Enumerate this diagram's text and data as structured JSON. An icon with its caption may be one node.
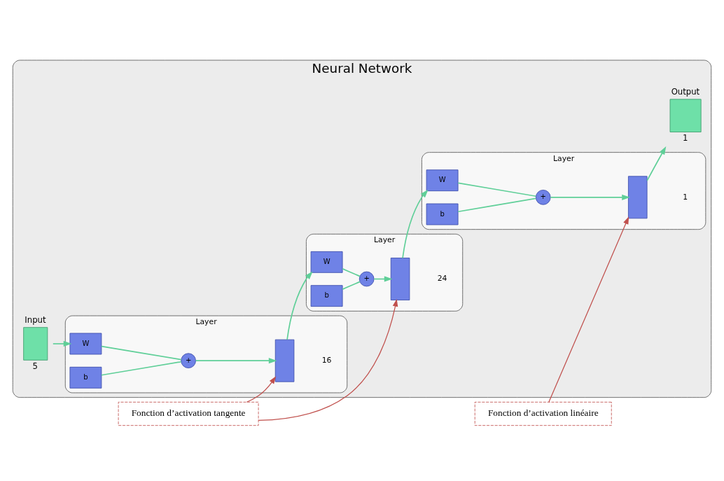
{
  "diagram": {
    "nodes": [
      {
        "text": [
          "Fonction d’activation tangente"
        ]
      },
      {
        "text": [
          "Neural Network"
        ]
      },
      {
        "text": [
          "Input"
        ],
        "beside": [
          "5"
        ],
        "in": 1
      },
      {
        "text": [
          "Layer"
        ],
        "beside": [
          "16"
        ],
        "in": 1
      },
      {
        "text": [
          "W"
        ],
        "in": 3
      },
      {
        "text": [
          "b"
        ],
        "in": 3
      },
      {
        "text": [
          "+"
        ],
        "in": 3
      },
      {
        "text": [],
        "shape": "box",
        "in": 3
      },
      {
        "text": [
          "Layer"
        ],
        "beside": [
          "24"
        ],
        "in": 1
      },
      {
        "text": [
          "W"
        ],
        "in": 8
      },
      {
        "text": [
          "b"
        ],
        "in": 8
      },
      {
        "text": [
          "+"
        ],
        "in": 8
      },
      {
        "text": [],
        "shape": "box",
        "in": 8
      },
      {
        "text": [
          "Layer"
        ],
        "beside": [
          "1"
        ],
        "in": 1
      },
      {
        "text": [
          "W"
        ],
        "in": 13
      },
      {
        "text": [
          "b"
        ],
        "in": 13
      },
      {
        "text": [
          "+"
        ],
        "in": 13
      },
      {
        "text": [],
        "shape": "box",
        "in": 13
      },
      {
        "text": [
          "Output"
        ],
        "beside": [
          "1"
        ],
        "in": 1
      },
      {
        "text": [
          "Fonction d’activation linéaire"
        ]
      }
    ],
    "edges": [
      {
        "from": 2,
        "to": 4,
        "arrow": "to"
      },
      {
        "from": 4,
        "to": 6,
        "arrow": "none"
      },
      {
        "from": 5,
        "to": 6,
        "arrow": "none"
      },
      {
        "from": 6,
        "to": 7,
        "arrow": "to"
      },
      {
        "from": 7,
        "to": 9,
        "arrow": "to"
      },
      {
        "from": 9,
        "to": 11,
        "arrow": "none"
      },
      {
        "from": 10,
        "to": 11,
        "arrow": "none"
      },
      {
        "from": 11,
        "to": 12,
        "arrow": "to"
      },
      {
        "from": 12,
        "to": 14,
        "arrow": "to"
      },
      {
        "from": 14,
        "to": 16,
        "arrow": "none"
      },
      {
        "from": 15,
        "to": 16,
        "arrow": "none"
      },
      {
        "from": 16,
        "to": 17,
        "arrow": "to"
      },
      {
        "from": 17,
        "to": 18,
        "arrow": "to"
      },
      {
        "from": 0,
        "to": 7,
        "arrow": "to",
        "color": "#c0504d"
      },
      {
        "from": 0,
        "to": 12,
        "arrow": "to",
        "color": "#c0504d"
      },
      {
        "from": 19,
        "to": 17,
        "arrow": "to",
        "color": "#c0504d"
      }
    ]
  }
}
